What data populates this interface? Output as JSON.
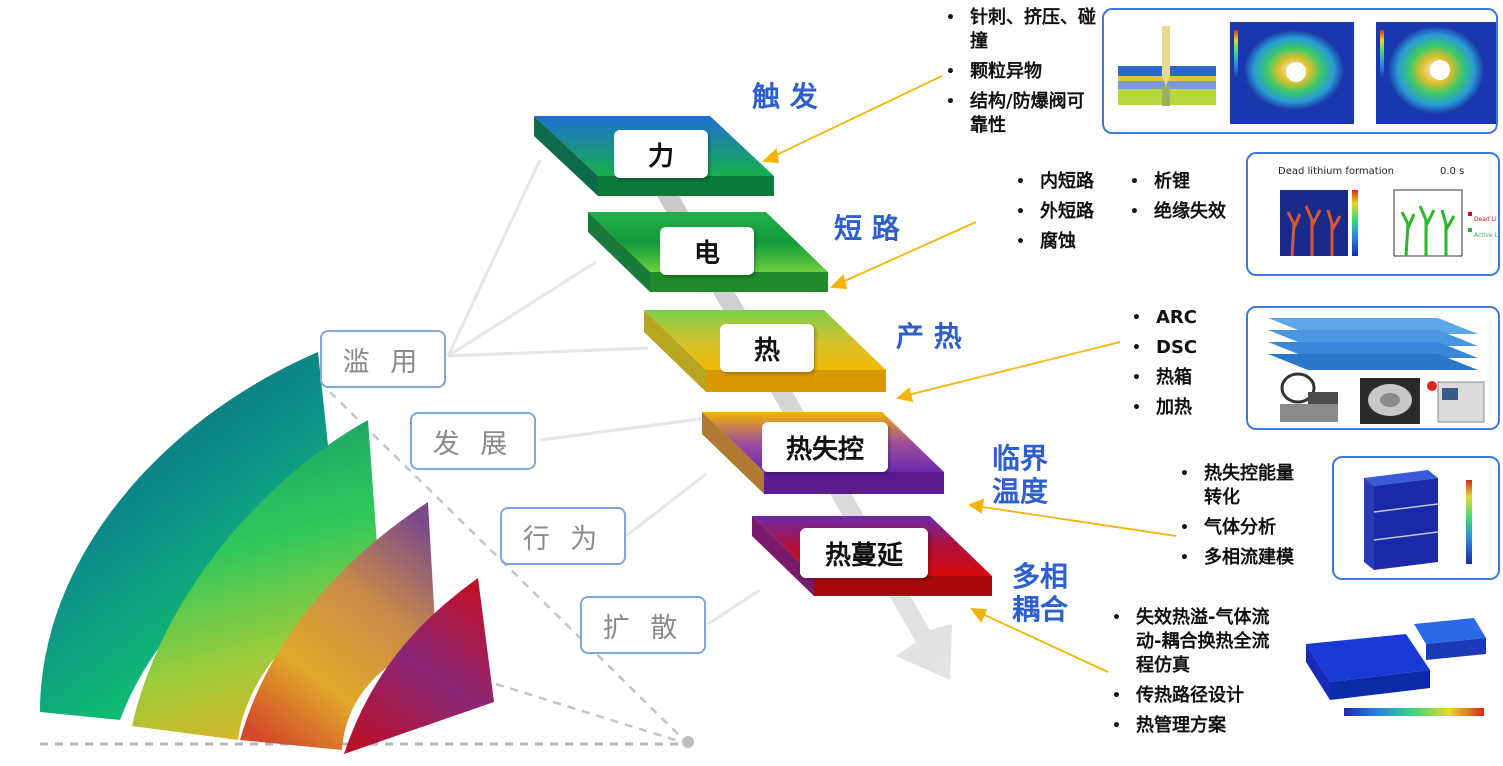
{
  "categories": [
    "滥 用",
    "发 展",
    "行 为",
    "扩 散"
  ],
  "stages": [
    "力",
    "电",
    "热",
    "热失控",
    "热蔓延"
  ],
  "labels": {
    "trigger": "触 发",
    "short_circuit": "短 路",
    "heat_gen": "产 热",
    "critical_line1": "临界",
    "critical_line2": "温度",
    "multiphase_line1": "多相",
    "multiphase_line2": "耦合"
  },
  "lists": {
    "mechanical": [
      "针刺、挤压、碰撞",
      "颗粒异物",
      "结构/防爆阀可靠性"
    ],
    "short_a": [
      "内短路",
      "外短路",
      "腐蚀"
    ],
    "short_b": [
      "析锂",
      "绝缘失效"
    ],
    "heat": [
      "ARC",
      "DSC",
      "热箱",
      "加热"
    ],
    "runaway": [
      "热失控能量转化",
      "气体分析",
      "多相流建模"
    ],
    "propagation": [
      "失效热溢-气体流动-耦合换热全流程仿真",
      "传热路径设计",
      "热管理方案"
    ]
  },
  "figure_text": {
    "dead_li_title": "Dead lithium formation",
    "time": "0.0 s",
    "legend_dead": "Dead Li",
    "legend_active": "Active Li"
  }
}
